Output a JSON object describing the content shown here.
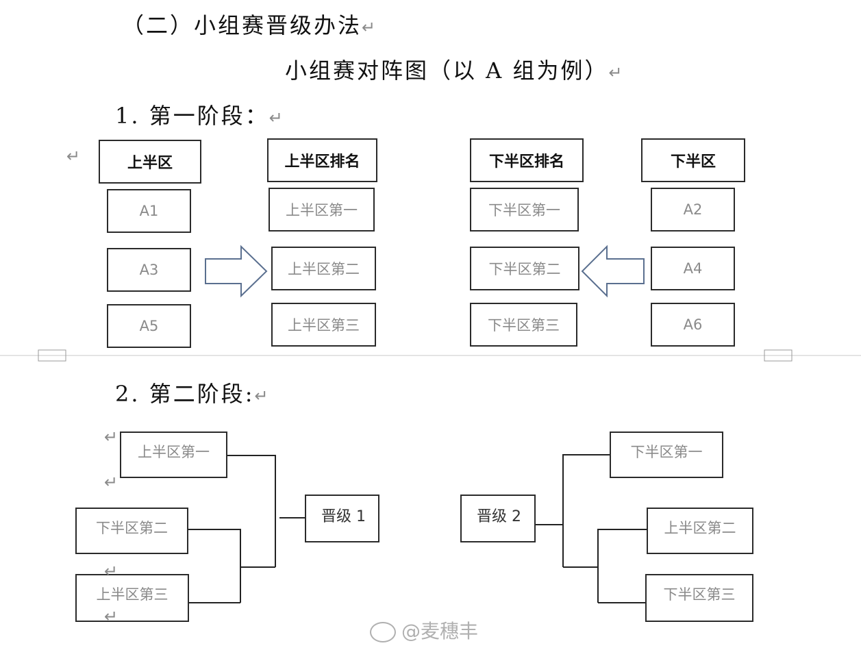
{
  "section_title": "（二）小组赛晋级办法",
  "diagram_title": "小组赛对阵图（以 A 组为例）",
  "stage1": {
    "label": "1. 第一阶段：",
    "upper_header": "上半区",
    "upper_rank_header": "上半区排名",
    "lower_rank_header": "下半区排名",
    "lower_header": "下半区",
    "upper_teams": [
      "A1",
      "A3",
      "A5"
    ],
    "upper_ranks": [
      "上半区第一",
      "上半区第二",
      "上半区第三"
    ],
    "lower_ranks": [
      "下半区第一",
      "下半区第二",
      "下半区第三"
    ],
    "lower_teams": [
      "A2",
      "A4",
      "A6"
    ]
  },
  "stage2": {
    "label": "2. 第二阶段:",
    "left_bracket": [
      "上半区第一",
      "下半区第二",
      "上半区第三"
    ],
    "left_winner": "晋级 1",
    "right_bracket": [
      "下半区第一",
      "上半区第二",
      "下半区第三"
    ],
    "right_winner": "晋级 2"
  },
  "paragraph_mark": "↵",
  "watermark": "@麦穗丰",
  "colors": {
    "border": "#2a2a2a",
    "arrow": "#5a6f8f",
    "muted_text": "#8a8a8a"
  }
}
